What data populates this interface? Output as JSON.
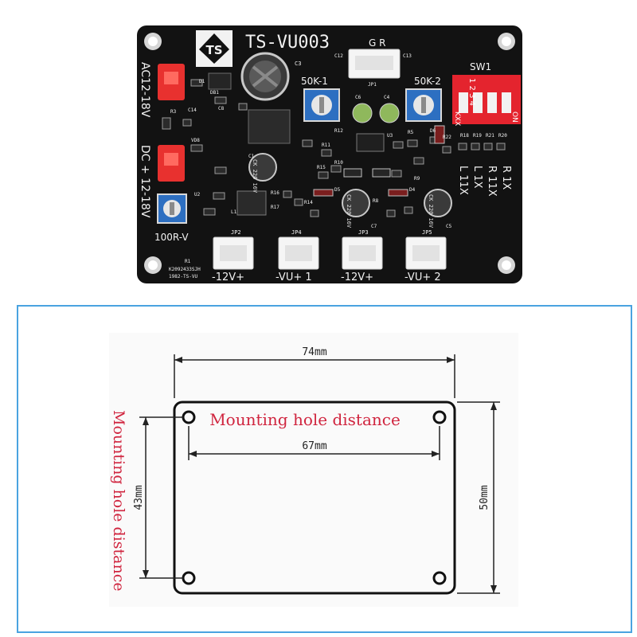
{
  "board": {
    "model": "TS-VU003",
    "logo_text": "TS",
    "left_top_label": "AC12-18V",
    "left_mid_label": "DC + 12-18V",
    "pot_left_label": "100R-V",
    "pot_mid1_label": "50K-1",
    "pot_mid2_label": "50K-2",
    "gr_label": "G R",
    "sw_label": "SW1",
    "sw_numbers": "1 2 3 4",
    "sw_on": "ON",
    "sw_kxx": "KXX",
    "gain_r1": "R 1X",
    "gain_r11": "R 11X",
    "gain_l1": "L 1X",
    "gain_l11": "L 11X",
    "connectors": [
      "-12V+",
      "-VU+ 1",
      "-12V+",
      "-VU+ 2"
    ],
    "connector_refs": [
      "JP2",
      "JP4",
      "JP3",
      "JP5"
    ],
    "cap_big": "C3",
    "cap_ck_text": "CK 220 16V",
    "bottom_text1": "K2092433SJH",
    "bottom_text2": "1982-TS-VU",
    "refs": [
      "C12",
      "C13",
      "JP1",
      "D1",
      "C14",
      "DB1",
      "C8",
      "R3",
      "VD8",
      "C1",
      "U2",
      "L1",
      "R1",
      "C6",
      "C4",
      "R12",
      "R11",
      "U3",
      "R5",
      "D6",
      "R10",
      "R15",
      "R9",
      "D5",
      "R8",
      "D4",
      "R14",
      "R16",
      "R17",
      "C7",
      "C5",
      "R18",
      "R19",
      "R21",
      "R20",
      "R22"
    ]
  },
  "diagram": {
    "width_label": "74mm",
    "hole_width_label": "67mm",
    "height_label": "50mm",
    "hole_height_label": "43mm",
    "hole_note_top": "Mounting hole distance",
    "hole_note_side": "Mounting hole distance"
  },
  "colors": {
    "pcb": "#121212",
    "terminal_red": "#e8312f",
    "pot_blue": "#2d6fc1",
    "dip_red": "#e4242e",
    "frame_blue": "#4aa3e0",
    "note_red": "#d0253f"
  }
}
